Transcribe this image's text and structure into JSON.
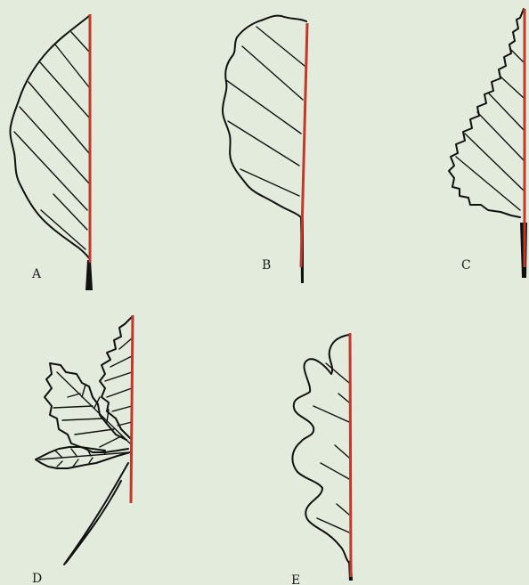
{
  "labels": {
    "a": "A",
    "b": "B",
    "c": "C",
    "d": "D",
    "e": "E"
  },
  "colors": {
    "background": "#e3ecdc",
    "outline": "#111111",
    "midrib": "#c0392b"
  }
}
